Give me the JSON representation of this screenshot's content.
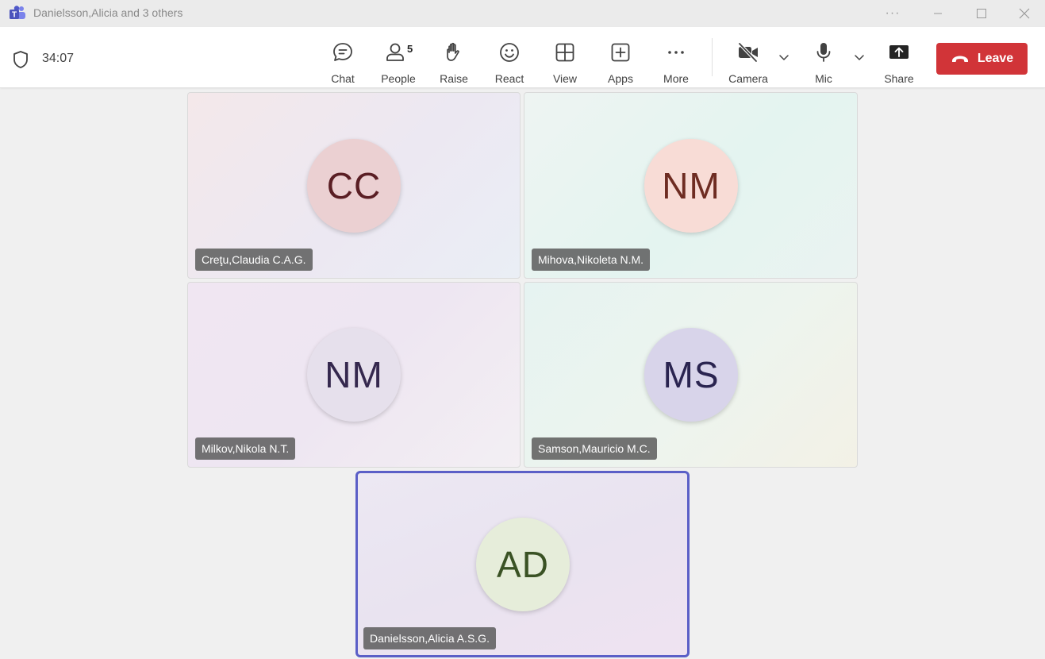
{
  "window": {
    "title": "Danielsson,Alicia and 3 others"
  },
  "meeting": {
    "timer": "34:07"
  },
  "toolbar": {
    "chat": "Chat",
    "people": "People",
    "people_count": "5",
    "raise": "Raise",
    "react": "React",
    "view": "View",
    "apps": "Apps",
    "more": "More",
    "camera": "Camera",
    "mic": "Mic",
    "share": "Share",
    "leave": "Leave"
  },
  "colors": {
    "leave": "#d13438",
    "active_border": "#5b5fc7"
  },
  "participants": [
    {
      "initials": "CC",
      "name": "Creţu,Claudia C.A.G."
    },
    {
      "initials": "NM",
      "name": "Mihova,Nikoleta N.M."
    },
    {
      "initials": "NM",
      "name": "Milkov,Nikola N.T."
    },
    {
      "initials": "MS",
      "name": "Samson,Mauricio M.C."
    },
    {
      "initials": "AD",
      "name": "Danielsson,Alicia A.S.G."
    }
  ]
}
